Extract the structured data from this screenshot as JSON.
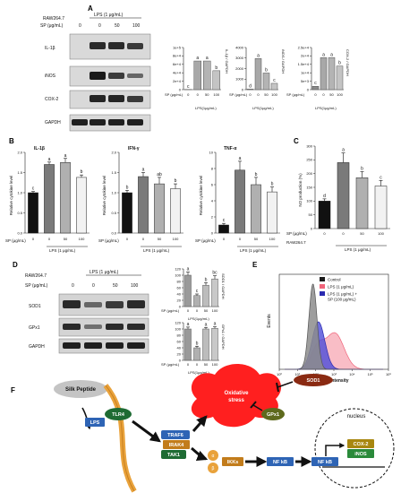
{
  "panels": [
    "A",
    "B",
    "C",
    "D",
    "E",
    "F"
  ],
  "common": {
    "raw": "RAW264.7",
    "lps": "LPS (1 μg/mL)",
    "lps_short": "LPS(1μg/mL)",
    "sp_label": "SP (μg/mL)",
    "sp_doses": [
      "0",
      "0",
      "50",
      "100"
    ],
    "sp_doses_western": [
      "0",
      "0",
      "50",
      "100"
    ],
    "lps_groups": [
      "0",
      "50",
      "100"
    ]
  },
  "panel_a": {
    "blot_labels": [
      "IL-1β",
      "iNOS",
      "COX-2",
      "GAPDH"
    ],
    "chart_titles": [
      "IL-1β / GAPDH",
      "iNOS / GAPDH",
      "COX-2 / GAPDH"
    ]
  },
  "panel_b": {
    "ylabel": "Relative cytokine level",
    "titles": [
      "IL-1β",
      "IFN-γ",
      "TNF-α"
    ]
  },
  "panel_c": {
    "ylabel": "NO production (%)",
    "sp_label": "SP (μg/mL)",
    "raw": "RAW264.7",
    "lps": "LPS (1 μg/mL)"
  },
  "panel_d": {
    "blot_labels": [
      "SOD1",
      "GPx1",
      "GAPDH"
    ],
    "chart_titles": [
      "SOD1 / GAPDH",
      "GPx1 / GAPDH"
    ]
  },
  "panel_e": {
    "legend": [
      "Control",
      "LPS (1 μg/mL)",
      "LPS (1 μg/mL) +",
      "SP (100 μg/mL)"
    ],
    "xlabel": "DCFH-DA intensity",
    "ylabel": "Events",
    "xticks": [
      "10⁰",
      "10¹",
      "10²",
      "10³",
      "10⁴",
      "10⁵",
      "10⁶"
    ],
    "colors": {
      "control": "#555555",
      "lps": "#f0647a",
      "lps_sp": "#2a2ab0"
    }
  },
  "panel_f": {
    "silk": "Silk Peptide",
    "tlr4": "TLR4",
    "lps": "LPS",
    "ox1": "Oxidative",
    "ox2": "stress",
    "sod1": "SOD1",
    "gpx1": "GPx1",
    "traf6": "TRAF6",
    "irak4": "IRAK4",
    "tak1": "TAK1",
    "alpha": "α",
    "beta": "β",
    "ikks": "IKKs",
    "nfkb": "NF kB",
    "nfkb2": "NF kB",
    "nucleus": "nucleus",
    "cox2": "COX-2",
    "inos": "iNOS"
  },
  "chart_data": [
    {
      "type": "bar",
      "title": "IL-1β / GAPDH",
      "categories": [
        "0",
        "0",
        "50",
        "100"
      ],
      "values": [
        500,
        68000,
        68000,
        45000
      ],
      "letters": [
        "c",
        "a",
        "a",
        "b"
      ],
      "ylim": [
        0,
        100000
      ],
      "ytick_labels": [
        "1e+5",
        "8e+4",
        "6e+4",
        "4e+4",
        "2e+4",
        "0"
      ],
      "ytick_values": [
        100000,
        80000,
        60000,
        40000,
        20000,
        0
      ]
    },
    {
      "type": "bar",
      "title": "iNOS / GAPDH",
      "categories": [
        "0",
        "0",
        "50",
        "100"
      ],
      "values": [
        50,
        2950,
        1580,
        600
      ],
      "letters": [
        "d",
        "a",
        "b",
        "c"
      ],
      "ylim": [
        0,
        4000
      ],
      "ytick_labels": [
        "4000",
        "3000",
        "2000",
        "1000",
        "0"
      ],
      "ytick_values": [
        4000,
        3000,
        2000,
        1000,
        0
      ]
    },
    {
      "type": "bar",
      "title": "COX-2 / GAPDH",
      "categories": [
        "0",
        "0",
        "50",
        "100"
      ],
      "values": [
        2000,
        19000,
        19000,
        14000
      ],
      "letters": [
        "c",
        "a",
        "a",
        "b"
      ],
      "ylim": [
        0,
        25000
      ],
      "ytick_labels": [
        "2.5e+4",
        "2e+4",
        "1.5e+4",
        "1e+4",
        "5e+3",
        "0"
      ],
      "ytick_values": [
        25000,
        20000,
        15000,
        10000,
        5000,
        0
      ]
    },
    {
      "type": "bar",
      "title": "IL-1β",
      "ylabel": "Relative cytokine level",
      "categories": [
        "0",
        "0",
        "50",
        "100"
      ],
      "values": [
        1.0,
        1.7,
        1.75,
        1.38
      ],
      "errors": [
        0.03,
        0.06,
        0.1,
        0.06
      ],
      "letters": [
        "c",
        "a",
        "a",
        "b"
      ],
      "ylim": [
        0,
        2
      ],
      "ytick_labels": [
        "0.0",
        "0.5",
        "1.0",
        "1.5",
        "2.0"
      ],
      "ytick_values": [
        0,
        0.5,
        1,
        1.5,
        2
      ]
    },
    {
      "type": "bar",
      "title": "IFN-γ",
      "ylabel": "Relative cytokine level",
      "categories": [
        "0",
        "0",
        "50",
        "100"
      ],
      "values": [
        1.0,
        1.4,
        1.22,
        1.1
      ],
      "errors": [
        0.06,
        0.1,
        0.16,
        0.12
      ],
      "letters": [
        "b",
        "a",
        "ab",
        "b"
      ],
      "ylim": [
        0,
        2
      ],
      "ytick_labels": [
        "0.0",
        "0.5",
        "1.0",
        "1.5",
        "2.0"
      ],
      "ytick_values": [
        0,
        0.5,
        1,
        1.5,
        2
      ]
    },
    {
      "type": "bar",
      "title": "TNF-α",
      "ylabel": "Relative cytokine level",
      "categories": [
        "0",
        "0",
        "50",
        "100"
      ],
      "values": [
        1.0,
        7.8,
        6.0,
        5.1
      ],
      "errors": [
        0.2,
        1.1,
        0.9,
        0.6
      ],
      "letters": [
        "c",
        "a",
        "b",
        "b"
      ],
      "ylim": [
        0,
        10
      ],
      "ytick_labels": [
        "0",
        "2",
        "4",
        "6",
        "8",
        "10"
      ],
      "ytick_values": [
        0,
        2,
        4,
        6,
        8,
        10
      ]
    },
    {
      "type": "bar",
      "title": "",
      "ylabel": "NO production (%)",
      "categories": [
        "0",
        "0",
        "50",
        "100"
      ],
      "values": [
        100,
        240,
        185,
        155
      ],
      "errors": [
        8,
        35,
        22,
        20
      ],
      "letters": [
        "d",
        "a",
        "b",
        "c"
      ],
      "ylim": [
        0,
        300
      ],
      "ytick_labels": [
        "0",
        "50",
        "100",
        "150",
        "200",
        "250",
        "300"
      ],
      "ytick_values": [
        0,
        50,
        100,
        150,
        200,
        250,
        300
      ]
    },
    {
      "type": "bar",
      "title": "SOD1 / GAPDH",
      "categories": [
        "0",
        "0",
        "50",
        "100"
      ],
      "values": [
        100,
        35,
        68,
        88
      ],
      "errors": [
        10,
        5,
        8,
        10
      ],
      "letters": [
        "a",
        "c",
        "b",
        "bc"
      ],
      "ylim": [
        0,
        120
      ],
      "ytick_labels": [
        "0",
        "20",
        "40",
        "60",
        "80",
        "100",
        "120"
      ],
      "ytick_values": [
        0,
        20,
        40,
        60,
        80,
        100,
        120
      ]
    },
    {
      "type": "bar",
      "title": "GPx1 / GAPDH",
      "categories": [
        "0",
        "0",
        "50",
        "100"
      ],
      "values": [
        100,
        40,
        100,
        102
      ],
      "errors": [
        6,
        5,
        5,
        5
      ],
      "letters": [
        "a",
        "b",
        "a",
        "a"
      ],
      "ylim": [
        0,
        120
      ],
      "ytick_labels": [
        "0",
        "20",
        "40",
        "60",
        "80",
        "100",
        "120"
      ],
      "ytick_values": [
        0,
        20,
        40,
        60,
        80,
        100,
        120
      ]
    }
  ]
}
